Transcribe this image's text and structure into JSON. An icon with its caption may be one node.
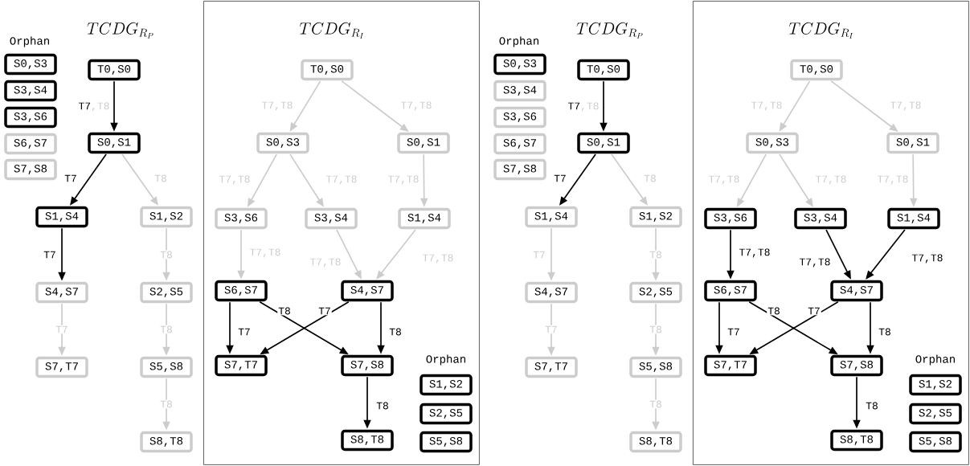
{
  "diagram": {
    "nodes": [
      {
        "text": [
          "S0,S3"
        ]
      },
      {
        "text": [
          "S3,S4"
        ]
      },
      {
        "text": [
          "S3,S6"
        ]
      },
      {
        "text": [
          "S6,S7"
        ]
      },
      {
        "text": [
          "S7,S8"
        ]
      },
      {
        "text": [
          "T0,S0"
        ]
      },
      {
        "text": [
          "S0,S1"
        ]
      },
      {
        "text": [
          "S1,S4"
        ]
      },
      {
        "text": [
          "S1,S2"
        ]
      },
      {
        "text": [
          "S4,S7"
        ]
      },
      {
        "text": [
          "S2,S5"
        ]
      },
      {
        "text": [
          "S7,T7"
        ]
      },
      {
        "text": [
          "S5,S8"
        ]
      },
      {
        "text": [
          "S8,T8"
        ]
      },
      {
        "text": [
          "TCDG_{R_I}"
        ]
      },
      {
        "text": [
          "T0,S0"
        ],
        "in": 14
      },
      {
        "text": [
          "S0,S3"
        ],
        "in": 14
      },
      {
        "text": [
          "S0,S1"
        ],
        "in": 14
      },
      {
        "text": [
          "S3,S6"
        ],
        "in": 14
      },
      {
        "text": [
          "S3,S4"
        ],
        "in": 14
      },
      {
        "text": [
          "S1,S4"
        ],
        "in": 14
      },
      {
        "text": [
          "S6,S7"
        ],
        "in": 14
      },
      {
        "text": [
          "S4,S7"
        ],
        "in": 14
      },
      {
        "text": [
          "S7,T7"
        ],
        "in": 14
      },
      {
        "text": [
          "S7,S8"
        ],
        "in": 14
      },
      {
        "text": [
          "S8,T8"
        ],
        "in": 14
      },
      {
        "text": [
          "S1,S2"
        ],
        "in": 14
      },
      {
        "text": [
          "S2,S5"
        ],
        "in": 14
      },
      {
        "text": [
          "S5,S8"
        ],
        "in": 14
      },
      {
        "text": [
          "S0,S3"
        ]
      },
      {
        "text": [
          "S3,S4"
        ]
      },
      {
        "text": [
          "S3,S6"
        ]
      },
      {
        "text": [
          "S6,S7"
        ]
      },
      {
        "text": [
          "S7,S8"
        ]
      },
      {
        "text": [
          "T0,S0"
        ]
      },
      {
        "text": [
          "S0,S1"
        ]
      },
      {
        "text": [
          "S1,S4"
        ]
      },
      {
        "text": [
          "S1,S2"
        ]
      },
      {
        "text": [
          "S4,S7"
        ]
      },
      {
        "text": [
          "S2,S5"
        ]
      },
      {
        "text": [
          "S7,T7"
        ]
      },
      {
        "text": [
          "S5,S8"
        ]
      },
      {
        "text": [
          "S8,T8"
        ]
      },
      {
        "text": [
          "TCDG_{R_I}"
        ]
      },
      {
        "text": [
          "T0,S0"
        ],
        "in": 43
      },
      {
        "text": [
          "S0,S3"
        ],
        "in": 43
      },
      {
        "text": [
          "S0,S1"
        ],
        "in": 43
      },
      {
        "text": [
          "S3,S6"
        ],
        "in": 43
      },
      {
        "text": [
          "S3,S4"
        ],
        "in": 43
      },
      {
        "text": [
          "S1,S4"
        ],
        "in": 43
      },
      {
        "text": [
          "S6,S7"
        ],
        "in": 43
      },
      {
        "text": [
          "S4,S7"
        ],
        "in": 43
      },
      {
        "text": [
          "S7,T7"
        ],
        "in": 43
      },
      {
        "text": [
          "S7,S8"
        ],
        "in": 43
      },
      {
        "text": [
          "S8,T8"
        ],
        "in": 43
      },
      {
        "text": [
          "S1,S2"
        ],
        "in": 43
      },
      {
        "text": [
          "S2,S5"
        ],
        "in": 43
      },
      {
        "text": [
          "S5,S8"
        ],
        "in": 43
      }
    ],
    "edges": [
      {
        "from": 5,
        "to": 6,
        "arrow": "to",
        "label": "T7,T8",
        "color": "#000000"
      },
      {
        "from": 6,
        "to": 7,
        "arrow": "to",
        "label": "T7",
        "color": "#000000"
      },
      {
        "from": 6,
        "to": 8,
        "arrow": "to",
        "label": "T8"
      },
      {
        "from": 7,
        "to": 9,
        "arrow": "to",
        "label": "T7",
        "color": "#000000"
      },
      {
        "from": 9,
        "to": 11,
        "arrow": "to",
        "label": "T7"
      },
      {
        "from": 8,
        "to": 10,
        "arrow": "to",
        "label": "T8"
      },
      {
        "from": 10,
        "to": 12,
        "arrow": "to",
        "label": "T8"
      },
      {
        "from": 12,
        "to": 13,
        "arrow": "to",
        "label": "T8"
      },
      {
        "from": 15,
        "to": 16,
        "arrow": "to",
        "label": "T7,T8"
      },
      {
        "from": 15,
        "to": 17,
        "arrow": "to",
        "label": "T7,T8"
      },
      {
        "from": 16,
        "to": 18,
        "arrow": "to",
        "label": "T7,T8"
      },
      {
        "from": 16,
        "to": 19,
        "arrow": "to",
        "label": "T7,T8"
      },
      {
        "from": 17,
        "to": 20,
        "arrow": "to",
        "label": "T7,T8"
      },
      {
        "from": 18,
        "to": 21,
        "arrow": "to",
        "label": "T7,T8"
      },
      {
        "from": 19,
        "to": 22,
        "arrow": "to",
        "label": "T7,T8"
      },
      {
        "from": 20,
        "to": 22,
        "arrow": "to",
        "label": "T7,T8"
      },
      {
        "from": 21,
        "to": 23,
        "arrow": "to",
        "label": "T7",
        "color": "#000000"
      },
      {
        "from": 21,
        "to": 24,
        "arrow": "to",
        "label": "T8",
        "color": "#000000"
      },
      {
        "from": 22,
        "to": 23,
        "arrow": "to",
        "label": "T7",
        "color": "#000000"
      },
      {
        "from": 22,
        "to": 24,
        "arrow": "to",
        "label": "T8",
        "color": "#000000"
      },
      {
        "from": 24,
        "to": 25,
        "arrow": "to",
        "label": "T8",
        "color": "#000000"
      },
      {
        "from": 34,
        "to": 35,
        "arrow": "to",
        "label": "T7,T8",
        "color": "#000000"
      },
      {
        "from": 35,
        "to": 36,
        "arrow": "to",
        "label": "T7",
        "color": "#000000"
      },
      {
        "from": 35,
        "to": 37,
        "arrow": "to",
        "label": "T8"
      },
      {
        "from": 36,
        "to": 38,
        "arrow": "to",
        "label": "T7"
      },
      {
        "from": 38,
        "to": 40,
        "arrow": "to",
        "label": "T7"
      },
      {
        "from": 37,
        "to": 39,
        "arrow": "to",
        "label": "T8"
      },
      {
        "from": 39,
        "to": 41,
        "arrow": "to",
        "label": "T8"
      },
      {
        "from": 41,
        "to": 42,
        "arrow": "to",
        "label": "T8"
      },
      {
        "from": 44,
        "to": 45,
        "arrow": "to",
        "label": "T7,T8"
      },
      {
        "from": 44,
        "to": 46,
        "arrow": "to",
        "label": "T7,T8"
      },
      {
        "from": 45,
        "to": 47,
        "arrow": "to",
        "label": "T7,T8"
      },
      {
        "from": 45,
        "to": 48,
        "arrow": "to",
        "label": "T7,T8"
      },
      {
        "from": 46,
        "to": 49,
        "arrow": "to",
        "label": "T7,T8"
      },
      {
        "from": 47,
        "to": 50,
        "arrow": "to",
        "label": "T7,T8",
        "color": "#000000"
      },
      {
        "from": 48,
        "to": 51,
        "arrow": "to",
        "label": "T7,T8",
        "color": "#000000"
      },
      {
        "from": 49,
        "to": 51,
        "arrow": "to",
        "label": "T7,T8",
        "color": "#000000"
      },
      {
        "from": 50,
        "to": 52,
        "arrow": "to",
        "label": "T7",
        "color": "#000000"
      },
      {
        "from": 50,
        "to": 53,
        "arrow": "to",
        "label": "T8",
        "color": "#000000"
      },
      {
        "from": 51,
        "to": 52,
        "arrow": "to",
        "label": "T7",
        "color": "#000000"
      },
      {
        "from": 51,
        "to": 53,
        "arrow": "to",
        "label": "T8",
        "color": "#000000"
      },
      {
        "from": 53,
        "to": 54,
        "arrow": "to",
        "label": "T8",
        "color": "#000000"
      }
    ],
    "labels": [
      "TCDG_{R_P}",
      "Orphan",
      "Orphan",
      "TCDG_{R_P}",
      "Orphan",
      "Orphan"
    ]
  }
}
